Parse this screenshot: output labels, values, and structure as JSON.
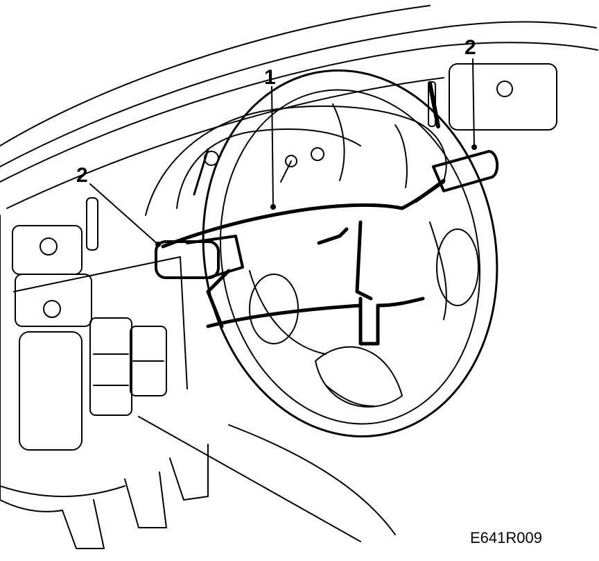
{
  "callouts": [
    {
      "id": "1",
      "text": "1"
    },
    {
      "id": "2-left",
      "text": "2"
    },
    {
      "id": "2-right",
      "text": "2"
    }
  ],
  "figure_code": "E641R009",
  "colors": {
    "ink": "#000000",
    "paper": "#ffffff"
  }
}
